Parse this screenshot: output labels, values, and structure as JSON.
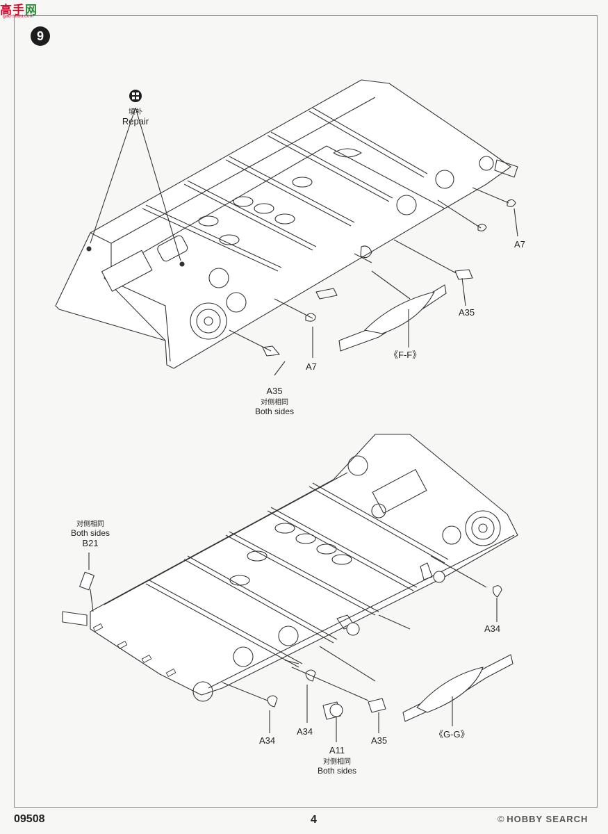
{
  "watermark": {
    "logo_a": "高手",
    "logo_b": "网",
    "url": "gao-shou.com"
  },
  "step_number": "9",
  "top": {
    "repair_cn": "填补",
    "repair_en": "Repair",
    "a7_right": "A7",
    "a35_right": "A35",
    "ff": "《F-F》",
    "a7_mid": "A7",
    "a35_left": "A35",
    "a35_left_cn": "对侧相同",
    "a35_left_en": "Both sides"
  },
  "bottom": {
    "b21_cn": "对侧相同",
    "b21_en": "Both sides",
    "b21": "B21",
    "a34_right": "A34",
    "a34_left": "A34",
    "a34_mid": "A34",
    "a11": "A11",
    "a11_cn": "对侧相同",
    "a11_en": "Both sides",
    "a35": "A35",
    "gg": "《G-G》"
  },
  "footer": {
    "code": "09508",
    "page": "4",
    "brand": "HOBBY SEARCH"
  }
}
